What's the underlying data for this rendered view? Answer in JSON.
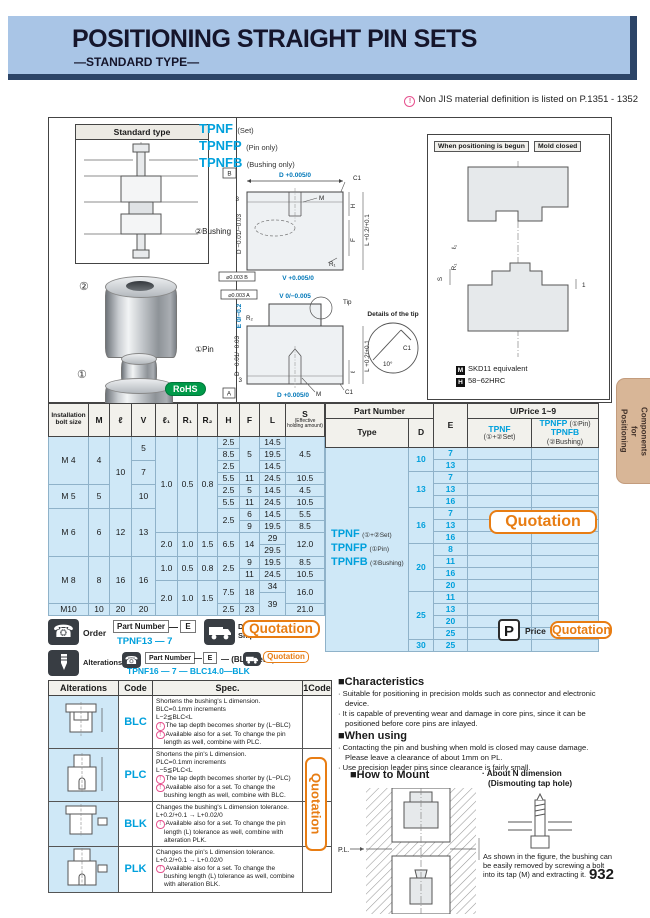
{
  "icons": {
    "note": "!",
    "phone": "☎"
  },
  "header": {
    "title": "POSITIONING STRAIGHT PIN SETS",
    "subtitle": "—STANDARD TYPE—",
    "note": "Non JIS material definition is listed on P.1351 - 1352"
  },
  "sidebar_tab": {
    "lines": [
      "Components",
      "for",
      "Positioning"
    ]
  },
  "drawing": {
    "standard_type": "Standard type",
    "num2": "②",
    "num1": "①",
    "rohs": "RoHS",
    "products": [
      {
        "code": "TPNF",
        "desc": "(Set)"
      },
      {
        "code": "TPNFP",
        "desc": "(Pin only)"
      },
      {
        "code": "TPNFB",
        "desc": "(Bushing only)"
      }
    ],
    "bushing": {
      "label": "②Bushing",
      "datum": "B",
      "d_top": "D +0.005/0",
      "c1": "C1",
      "m": "M",
      "h": "H",
      "f": "F",
      "l": "L +0.2/+0.1",
      "r1": "R₁",
      "v": "V +0.005/0",
      "flat": "⌀0.003 B",
      "d_side": "D −0.01/−0.03",
      "three": "3"
    },
    "pin": {
      "label": "①Pin",
      "flat": "⌀0.003 A",
      "v": "V 0/−0.005",
      "tip": "Tip",
      "r2": "R₂",
      "e": "E 0/−0.2",
      "d_side": "D −0.01/−0.03",
      "three": "3",
      "ell": "ℓ",
      "l": "L +0.2/+0.1",
      "c1": "C1",
      "d_bot": "D +0.005/0",
      "m": "M",
      "datum": "A"
    },
    "tip_detail": {
      "title": "Details of the tip",
      "c1": "C1",
      "deg": "10°"
    },
    "mold": {
      "begin": "When positioning is begun",
      "closed": "Mold closed",
      "s": "S",
      "r1": "R₁",
      "l1": "ℓ₁",
      "one": "1"
    },
    "notes": [
      {
        "badge": "M",
        "text": "SKD11 equivalent"
      },
      {
        "badge": "H",
        "text": "58~62HRC"
      }
    ]
  },
  "mt": {
    "h": {
      "bolt": "Installation bolt size",
      "m": "M",
      "ll": "ℓ",
      "v": "V",
      "l1": "ℓ₁",
      "r1": "R₁",
      "r2": "R₂",
      "hh": "H",
      "f": "F",
      "len": "L",
      "s": "S",
      "s_sub": "(Effective holding amount)",
      "pn": "Part Number",
      "type": "Type",
      "d": "D",
      "e": "E",
      "up": "U/Price  1~9",
      "ph1a": "TPNF",
      "ph1b": "(①+②Set)",
      "ph2a": "TPNFP",
      "ph2b": "(①Pin)",
      "ph2c": "TPNFB",
      "ph2d": "(②Bushing)"
    },
    "tb": [
      {
        "code": "TPNF",
        "sfx": "(①+②Set)"
      },
      {
        "code": "TPNFP",
        "sfx": "(①Pin)"
      },
      {
        "code": "TPNFB",
        "sfx": "(②Bushing)"
      }
    ],
    "quote": "Quotation",
    "l": [
      {
        "bolt": "M 4",
        "m": "4",
        "ll": "10",
        "v": "5",
        "l1": "1.0",
        "r1": "0.5",
        "r2": "0.8",
        "h": "2.5",
        "f": "5",
        "len": "14.5",
        "s": "4.5"
      },
      {
        "h": "8.5",
        "len": "19.5"
      },
      {
        "v": "7",
        "h": "2.5",
        "len": "14.5"
      },
      {
        "h": "5.5",
        "f": "11",
        "len": "24.5",
        "s": "10.5"
      },
      {
        "bolt": "M 5",
        "m": "5",
        "v": "10",
        "h": "2.5",
        "f": "5",
        "len": "14.5",
        "s": "4.5"
      },
      {
        "h": "5.5",
        "f": "11",
        "len": "24.5",
        "s": "10.5"
      },
      {
        "bolt": "M 6",
        "m": "6",
        "ll": "12",
        "v": "13",
        "h": "2.5",
        "f": "6",
        "len": "14.5",
        "s": "5.5"
      },
      {
        "f": "9",
        "len": "19.5",
        "s": "8.5"
      },
      {
        "l1": "2.0",
        "r1": "1.0",
        "r2": "1.5",
        "h": "6.5",
        "f": "14",
        "len": "29",
        "s": "12.0"
      },
      {
        "len": "29.5"
      },
      {
        "bolt": "M 8",
        "m": "8",
        "ll": "16",
        "v": "16",
        "l1": "1.0",
        "r1": "0.5",
        "r2": "0.8",
        "h": "2.5",
        "f": "9",
        "len": "19.5",
        "s": "8.5"
      },
      {
        "f": "11",
        "len": "24.5",
        "s": "10.5"
      },
      {
        "l1": "2.0",
        "r1": "1.0",
        "r2": "1.5",
        "h": "7.5",
        "f": "18",
        "len": "34",
        "s": "16.0"
      },
      {
        "len": "39"
      },
      {
        "bolt": "M10",
        "m": "10",
        "ll": "20",
        "v": "20",
        "h": "2.5",
        "f": "23",
        "s": "21.0"
      }
    ],
    "r": [
      {
        "d": "10",
        "e": "7"
      },
      {
        "e": "13"
      },
      {
        "d": "13",
        "e": "7"
      },
      {
        "e": "13"
      },
      {
        "e": "16"
      },
      {
        "d": "16",
        "e": "7"
      },
      {
        "e": "13"
      },
      {
        "e": "16"
      },
      {
        "d": "20",
        "e": "8"
      },
      {
        "e": "11"
      },
      {
        "e": "16"
      },
      {
        "e": "20"
      },
      {
        "d": "25",
        "e": "11"
      },
      {
        "e": "13"
      },
      {
        "e": "20"
      },
      {
        "e": "25"
      },
      {
        "d": "30",
        "e": "25"
      }
    ]
  },
  "order": {
    "label": "Order",
    "pn_box": "Part Number",
    "e_box": "E",
    "dash": "—",
    "example": "TPNF13 — 7",
    "days": "Days to Ship",
    "quote": "Quotation",
    "p": "P",
    "price": "Price"
  },
  "alter": {
    "label": "Alterations",
    "pn_box": "Part Number",
    "e_box": "E",
    "etc": "(BLC⋯etc.)",
    "example": "TPNF16 — 7 — BLC14.0—BLK",
    "quote": "Quotation"
  },
  "alt": {
    "h": [
      "Alterations",
      "Code",
      "Spec.",
      "1Code"
    ],
    "quote": "Quotation",
    "rows": [
      {
        "code": "BLC",
        "lines": [
          "Shortens the bushing's L dimension.",
          "BLC=0.1mm increments",
          "L−2≦BLC<L"
        ],
        "notes": [
          "The tap depth becomes shorter by (L−BLC)",
          "Available also for a set. To change the pin length as well, combine with PLC."
        ]
      },
      {
        "code": "PLC",
        "lines": [
          "Shortens the pin's L dimension.",
          "PLC=0.1mm increments",
          "L−5≦PLC<L"
        ],
        "notes": [
          "The tap depth becomes shorter by (L−PLC)",
          "Available also for a set. To change the bushing length as well, combine with BLC."
        ]
      },
      {
        "code": "BLK",
        "lines": [
          "Changes the bushing's L dimension tolerance.",
          "L+0.2/+0.1 → L+0.02/0"
        ],
        "notes": [
          "Available also for a set. To change the pin length (L) tolerance as well, combine with alteration PLK."
        ]
      },
      {
        "code": "PLK",
        "lines": [
          "Changes the pin's L dimension tolerance.",
          "L+0.2/+0.1 → L+0.02/0"
        ],
        "notes": [
          "Available also for a set. To change the bushing length (L) tolerance as well, combine with alteration BLK."
        ]
      }
    ]
  },
  "info": {
    "characteristics_title": "■Characteristics",
    "characteristics": [
      "Suitable for positioning in precision molds such as connector and electronic device.",
      "It is capable of preventing wear and damage in core pins, since it can be positioned before core pins are inlayed."
    ],
    "when_title": "■When using",
    "when": [
      "Contacting the pin and bushing when mold is closed may cause damage. Please leave a clearance of about 1mm on PL.",
      "Use precision leader pins since clearance is fairly small."
    ],
    "mount_title": "■How to Mount",
    "ndim_title": "· About N dimension",
    "ndim_sub": "(Dismouting tap hole)",
    "pl": "P.L.",
    "caption": "As shown in the figure, the bushing can be easily removed by screwing a bolt into its tap (M) and extracting it."
  },
  "page": {
    "number": "932"
  }
}
